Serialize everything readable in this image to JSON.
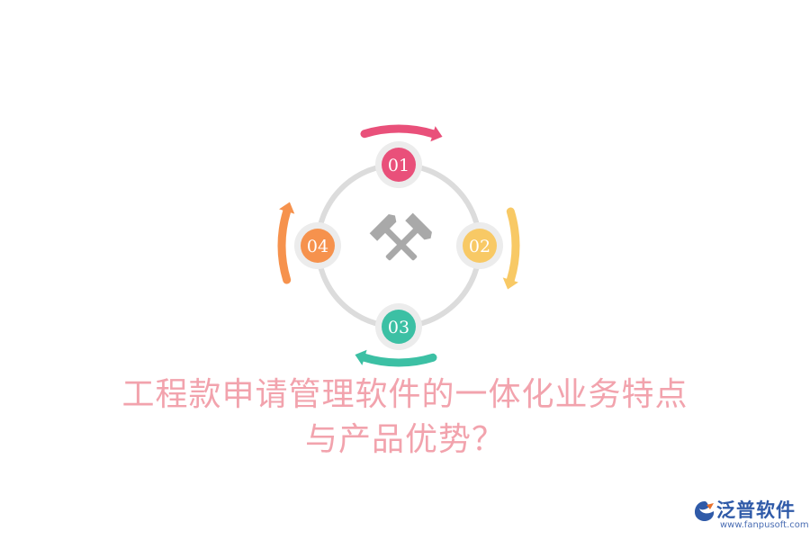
{
  "diagram": {
    "steps": [
      {
        "label": "01",
        "color": "#e9507a",
        "arrow_color": "#e9507a"
      },
      {
        "label": "02",
        "color": "#f8c965",
        "arrow_color": "#f8c965"
      },
      {
        "label": "03",
        "color": "#3cc0a4",
        "arrow_color": "#3cc0a4"
      },
      {
        "label": "04",
        "color": "#f6924d",
        "arrow_color": "#f6924d"
      }
    ],
    "ring_color": "#dcdcdc",
    "node_halo_color": "#ececec",
    "center_icon": "hammer-pick-icon",
    "icon_color": "#a9a9a9"
  },
  "title": {
    "line1": "工程款申请管理软件的一体化业务特点",
    "line2": "与产品优势？",
    "color": "#f2a3ad"
  },
  "logo": {
    "name": "泛普软件",
    "url": "www.fanpusoft.com",
    "icon": "fanpu-logo-icon",
    "color": "#2f5aa8"
  }
}
